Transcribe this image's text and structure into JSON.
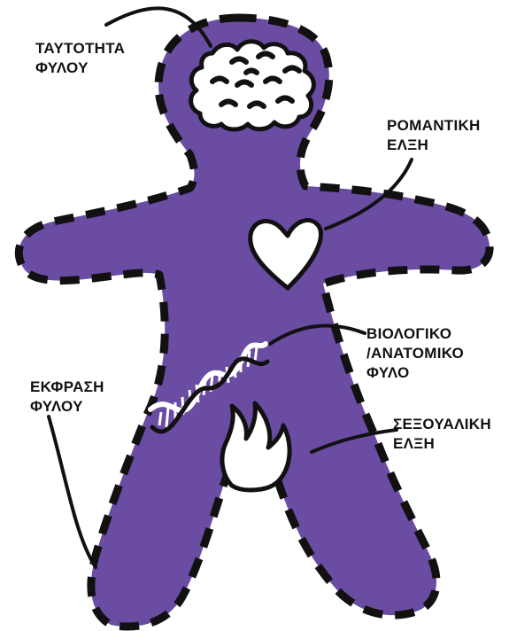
{
  "labels": {
    "gender_identity": [
      "ΤΑΥΤΟΤΗΤΑ",
      "ΦΥΛΟΥ"
    ],
    "romantic_attraction": [
      "ΡΟΜΑΝΤΙΚΗ",
      "ΕΛΞΗ"
    ],
    "biological_sex": [
      "ΒΙΟΛΟΓΙΚΟ",
      "/ΑΝΑΤΟΜΙΚΟ",
      "ΦΥΛΟ"
    ],
    "gender_expression": [
      "ΕΚΦΡΑΣΗ",
      "ΦΥΛΟΥ"
    ],
    "sexual_attraction": [
      "ΣΕΞΟΥΑΛΙΚΗ",
      "ΕΛΞΗ"
    ]
  },
  "colors": {
    "body_fill": "#6a4ca3",
    "outline": "#111111",
    "icon_fill": "#ffffff",
    "text": "#111111"
  },
  "icons": [
    "brain-icon",
    "heart-icon",
    "dna-icon",
    "flame-icon"
  ]
}
